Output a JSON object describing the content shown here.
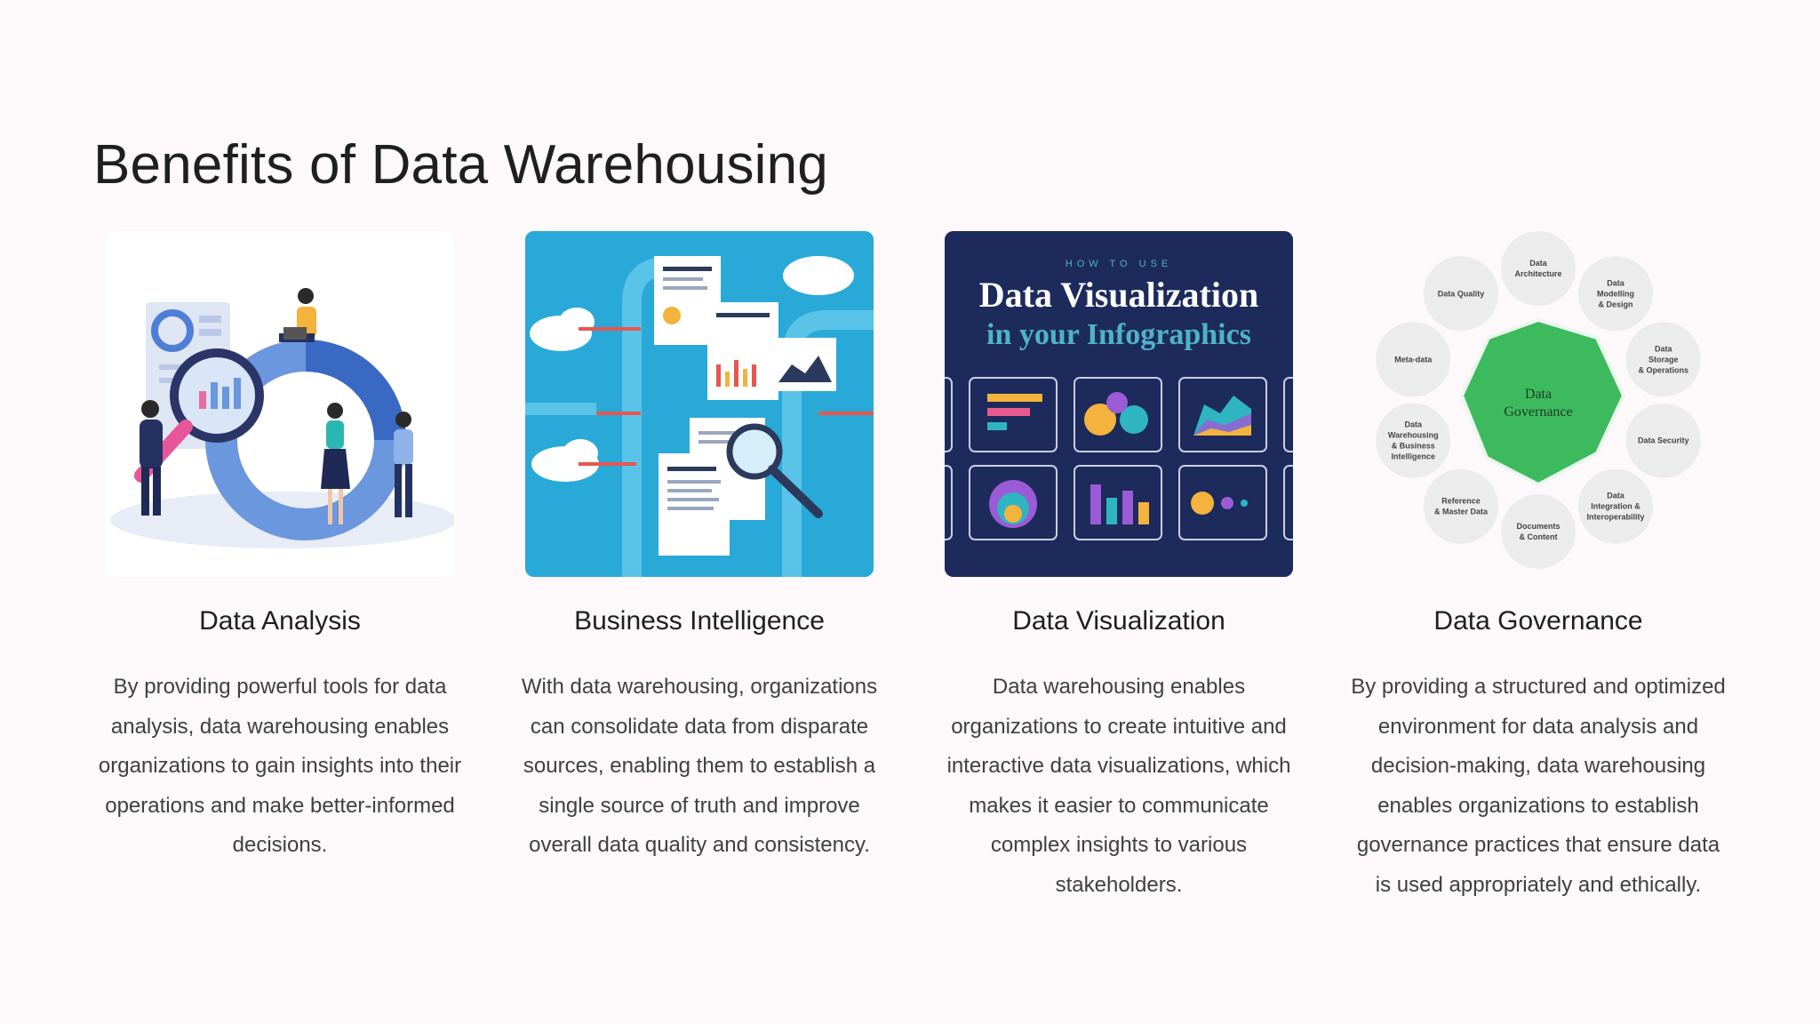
{
  "slide": {
    "title": "Benefits of Data Warehousing"
  },
  "cards": [
    {
      "heading": "Data Analysis",
      "body": "By providing powerful tools for data analysis, data warehousing enables organizations to gain insights into their operations and make better-informed decisions."
    },
    {
      "heading": "Business Intelligence",
      "body": "With data warehousing, organizations can consolidate data from disparate sources, enabling them to establish a single source of truth and improve overall data quality and consistency."
    },
    {
      "heading": "Data Visualization",
      "body": "Data warehousing enables organizations to create intuitive and interactive data visualizations, which makes it easier to communicate complex insights to various stakeholders.",
      "image_text": {
        "kicker": "HOW TO USE",
        "line1": "Data Visualization",
        "line2": "in your Infographics"
      }
    },
    {
      "heading": "Data Governance",
      "body": "By providing a structured and optimized environment for data analysis and decision-making, data warehousing enables organizations to establish governance practices that ensure data is used appropriately and ethically.",
      "image_text": {
        "center_line1": "Data",
        "center_line2": "Governance",
        "nodes": [
          [
            "Data",
            "Architecture"
          ],
          [
            "Data",
            "Modelling",
            "& Design"
          ],
          [
            "Data",
            "Storage",
            "& Operations"
          ],
          [
            "Data Security"
          ],
          [
            "Data",
            "Integration &",
            "Interoperability"
          ],
          [
            "Documents",
            "& Content"
          ],
          [
            "Reference",
            "& Master Data"
          ],
          [
            "Data",
            "Warehousing",
            "& Business",
            "Intelligence"
          ],
          [
            "Meta-data"
          ],
          [
            "Data Quality"
          ]
        ]
      }
    }
  ],
  "colors": {
    "background": "#fdf8fa",
    "bi_blue": "#29a9d8",
    "viz_navy": "#1d2a5c",
    "governance_green": "#3dba5e"
  }
}
